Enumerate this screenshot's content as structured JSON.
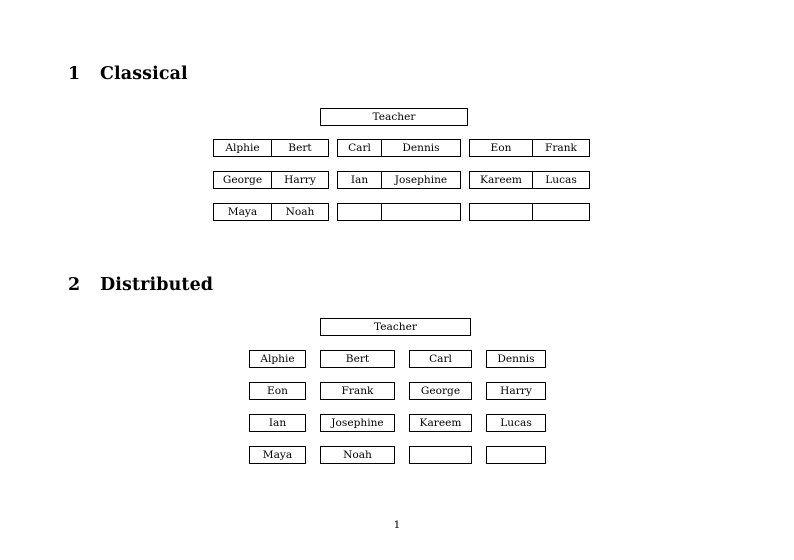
{
  "document": {
    "page_number": "1"
  },
  "sections": [
    {
      "number": "1",
      "title": "Classical",
      "teacher_label": "Teacher",
      "groups": [
        {
          "rows": [
            [
              "Alphie",
              "Bert"
            ],
            [
              "George",
              "Harry"
            ],
            [
              "Maya",
              "Noah"
            ]
          ]
        },
        {
          "rows": [
            [
              "Carl",
              "Dennis"
            ],
            [
              "Ian",
              "Josephine"
            ],
            [
              "",
              ""
            ]
          ]
        },
        {
          "rows": [
            [
              "Eon",
              "Frank"
            ],
            [
              "Kareem",
              "Lucas"
            ],
            [
              "",
              ""
            ]
          ]
        }
      ]
    },
    {
      "number": "2",
      "title": "Distributed",
      "teacher_label": "Teacher",
      "rows": [
        [
          "Alphie",
          "Bert",
          "Carl",
          "Dennis"
        ],
        [
          "Eon",
          "Frank",
          "George",
          "Harry"
        ],
        [
          "Ian",
          "Josephine",
          "Kareem",
          "Lucas"
        ],
        [
          "Maya",
          "Noah",
          "",
          ""
        ]
      ]
    }
  ],
  "colors": {
    "page_background": "#ffffff",
    "text": "#000000",
    "box_border": "#000000"
  }
}
